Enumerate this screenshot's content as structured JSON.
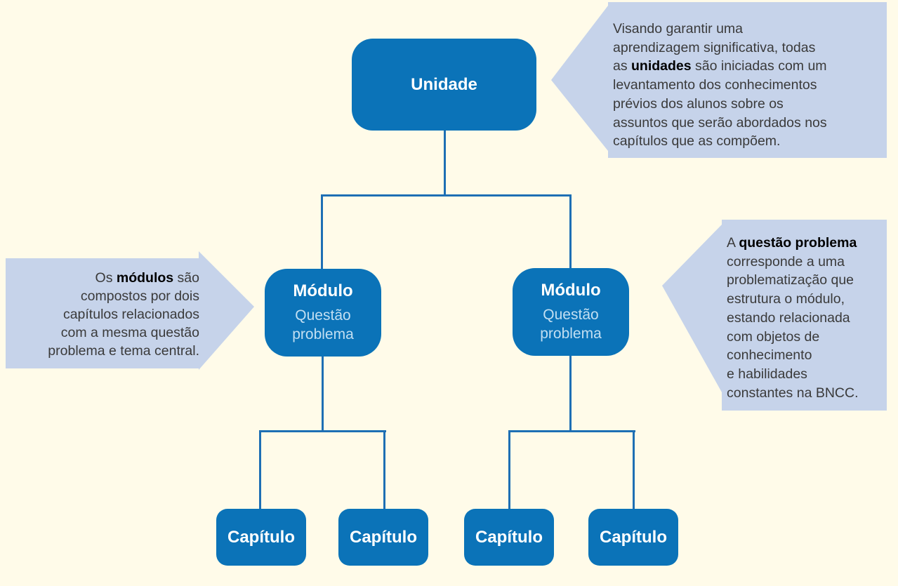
{
  "palette": {
    "background": "#FFFBE9",
    "node_blue": "#0B73B8",
    "callout_blue": "#C6D3EA",
    "connector_blue": "#1E6FB4",
    "node_text": "#FFFFFF",
    "node_subtext": "#C2DFF2",
    "callout_text": "#3A3A3A"
  },
  "diagram": {
    "unidade": {
      "label": "Unidade"
    },
    "modules": [
      {
        "title": "Módulo",
        "subtitle_lines": [
          "Questão",
          "problema"
        ]
      },
      {
        "title": "Módulo",
        "subtitle_lines": [
          "Questão",
          "problema"
        ]
      }
    ],
    "chapters": [
      "Capítulo",
      "Capítulo",
      "Capítulo",
      "Capítulo"
    ]
  },
  "callouts": {
    "unidade_note": {
      "lines": [
        "Visando garantir uma",
        "aprendizagem significativa, todas",
        "as **unidades** são iniciadas com um",
        "levantamento dos conhecimentos",
        "prévios dos alunos sobre os",
        "assuntos que serão abordados nos",
        "capítulos que as compõem."
      ]
    },
    "modulos_note": {
      "lines": [
        "Os **módulos** são",
        "compostos por dois",
        "capítulos relacionados",
        "com a mesma questão",
        "problema e tema central."
      ]
    },
    "questao_note": {
      "lines": [
        "A **questão problema**",
        "corresponde a uma",
        "problematização que",
        "estrutura o módulo,",
        "estando relacionada",
        "com objetos de",
        "conhecimento",
        "e habilidades",
        "constantes na BNCC."
      ]
    }
  }
}
